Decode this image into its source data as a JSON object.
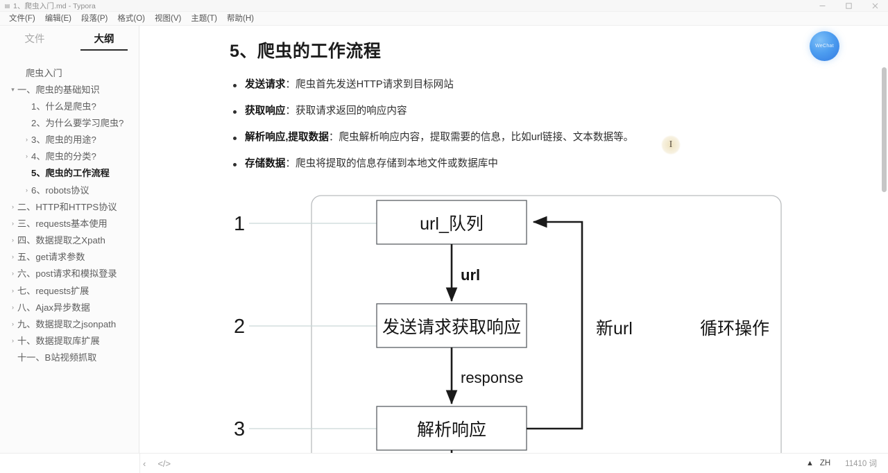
{
  "window": {
    "title": "1、爬虫入门.md - Typora",
    "app_icon": "document-icon",
    "minimize_label": "最小化",
    "maximize_label": "最大化",
    "close_label": "关闭"
  },
  "menubar": {
    "items": [
      {
        "label": "文件(F)",
        "name": "menu-file"
      },
      {
        "label": "编辑(E)",
        "name": "menu-edit"
      },
      {
        "label": "段落(P)",
        "name": "menu-paragraph"
      },
      {
        "label": "格式(O)",
        "name": "menu-format"
      },
      {
        "label": "视图(V)",
        "name": "menu-view"
      },
      {
        "label": "主题(T)",
        "name": "menu-theme"
      },
      {
        "label": "帮助(H)",
        "name": "menu-help"
      }
    ]
  },
  "sidebar": {
    "tabs": [
      {
        "label": "文件",
        "active": false
      },
      {
        "label": "大纲",
        "active": true
      }
    ],
    "outline": [
      {
        "label": "爬虫入门",
        "level": 0,
        "caret": "",
        "bold": false
      },
      {
        "label": "一、爬虫的基础知识",
        "level": 1,
        "caret": "▾",
        "bold": false
      },
      {
        "label": "1、什么是爬虫?",
        "level": 2,
        "caret": "",
        "bold": false
      },
      {
        "label": "2、为什么要学习爬虫?",
        "level": 2,
        "caret": "",
        "bold": false
      },
      {
        "label": "3、爬虫的用途?",
        "level": 2,
        "caret": "›",
        "bold": false
      },
      {
        "label": "4、爬虫的分类?",
        "level": 2,
        "caret": "›",
        "bold": false
      },
      {
        "label": "5、爬虫的工作流程",
        "level": 2,
        "caret": "",
        "bold": true
      },
      {
        "label": "6、robots协议",
        "level": 2,
        "caret": "›",
        "bold": false
      },
      {
        "label": "二、HTTP和HTTPS协议",
        "level": 1,
        "caret": "›",
        "bold": false
      },
      {
        "label": "三、requests基本使用",
        "level": 1,
        "caret": "›",
        "bold": false
      },
      {
        "label": "四、数据提取之Xpath",
        "level": 1,
        "caret": "›",
        "bold": false
      },
      {
        "label": "五、get请求参数",
        "level": 1,
        "caret": "›",
        "bold": false
      },
      {
        "label": "六、post请求和模拟登录",
        "level": 1,
        "caret": "›",
        "bold": false
      },
      {
        "label": "七、requests扩展",
        "level": 1,
        "caret": "›",
        "bold": false
      },
      {
        "label": "八、Ajax异步数据",
        "level": 1,
        "caret": "›",
        "bold": false
      },
      {
        "label": "九、数据提取之jsonpath",
        "level": 1,
        "caret": "›",
        "bold": false
      },
      {
        "label": "十、数据提取库扩展",
        "level": 1,
        "caret": "›",
        "bold": false
      },
      {
        "label": "十一、B站视频抓取",
        "level": 1,
        "caret": "",
        "bold": false
      }
    ]
  },
  "document": {
    "heading": "5、爬虫的工作流程",
    "bullets": [
      {
        "term": "发送请求",
        "sep": "：",
        "text": "爬虫首先发送HTTP请求到目标网站"
      },
      {
        "term": "获取响应",
        "sep": "：",
        "text": "获取请求返回的响应内容"
      },
      {
        "term": "解析响应,提取数据",
        "sep": "：",
        "text": "爬虫解析响应内容，提取需要的信息，比如url链接、文本数据等。"
      },
      {
        "term": "存储数据",
        "sep": "：",
        "text": "爬虫将提取的信息存储到本地文件或数据库中"
      }
    ],
    "logo_text": "WeChat"
  },
  "diagram": {
    "step_numbers": [
      "1",
      "2",
      "3"
    ],
    "nodes": [
      {
        "id": "n1",
        "label": "url_队列"
      },
      {
        "id": "n2",
        "label": "发送请求获取响应"
      },
      {
        "id": "n3",
        "label": "解析响应"
      }
    ],
    "edge_labels": [
      "url",
      "response"
    ],
    "annotations": [
      "新url",
      "循环操作"
    ]
  },
  "statusbar": {
    "back_icon": "chevron-left-icon",
    "source_icon": "source-code-icon",
    "warn_icon": "warning-icon",
    "language": "ZH",
    "word_count": "11410 词"
  }
}
